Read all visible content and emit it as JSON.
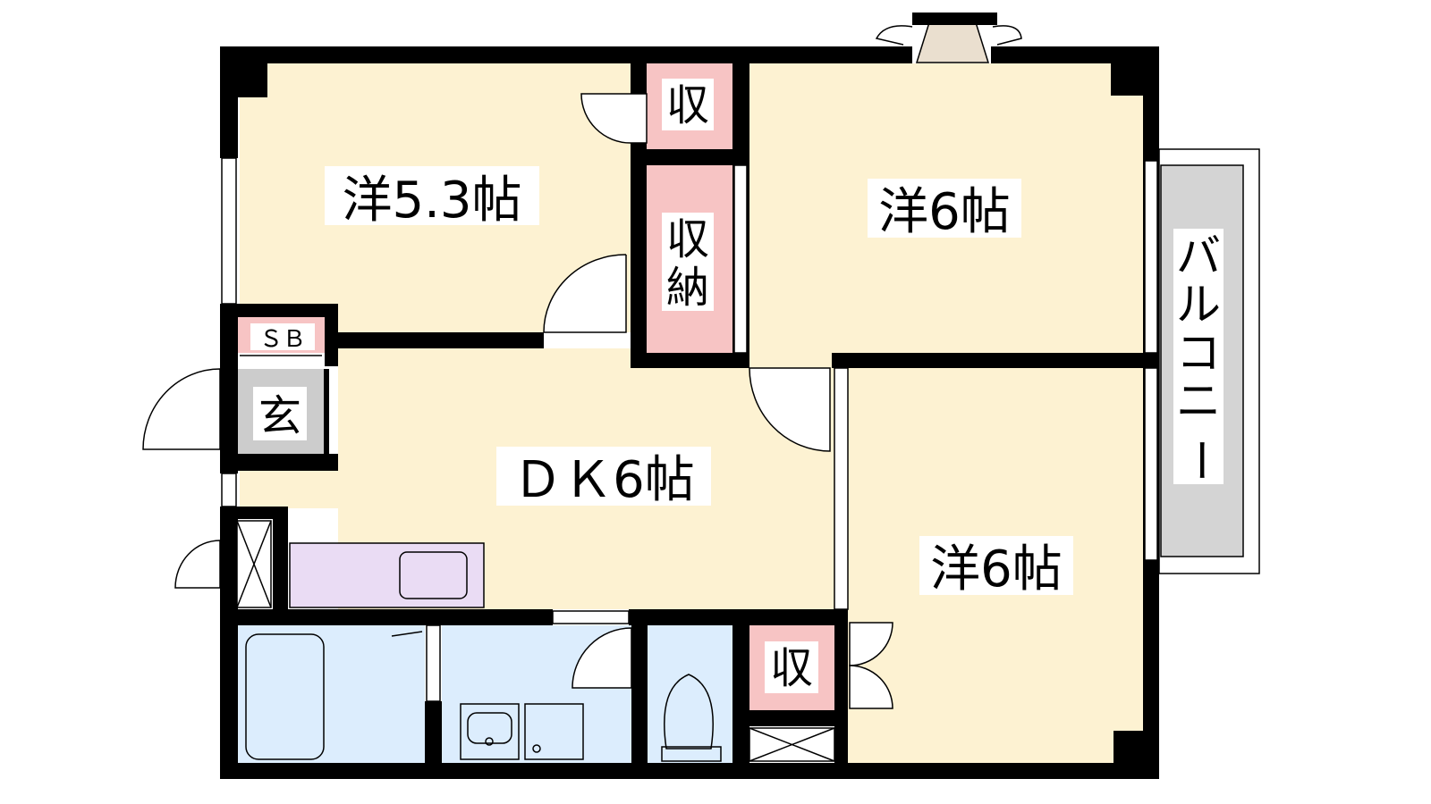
{
  "rooms": {
    "western_1": "洋5.3帖",
    "western_2": "洋6帖",
    "western_3": "洋6帖",
    "dk": "ＤＫ6帖",
    "entrance": "玄",
    "shoe_box": "ＳＢ",
    "storage_1": "収",
    "storage_2": [
      "収",
      "納"
    ],
    "storage_3": "収",
    "balcony": [
      "バ",
      "ル",
      "コ",
      "ニ",
      "ー"
    ]
  },
  "colors": {
    "room": "#fdf2d2",
    "storage": "#f7c4c4",
    "wet": "#dcedfd",
    "kitchen": "#eadcf4",
    "entrance": "#cccccc",
    "balcony": "#d4d4d4",
    "wall": "#000000"
  }
}
